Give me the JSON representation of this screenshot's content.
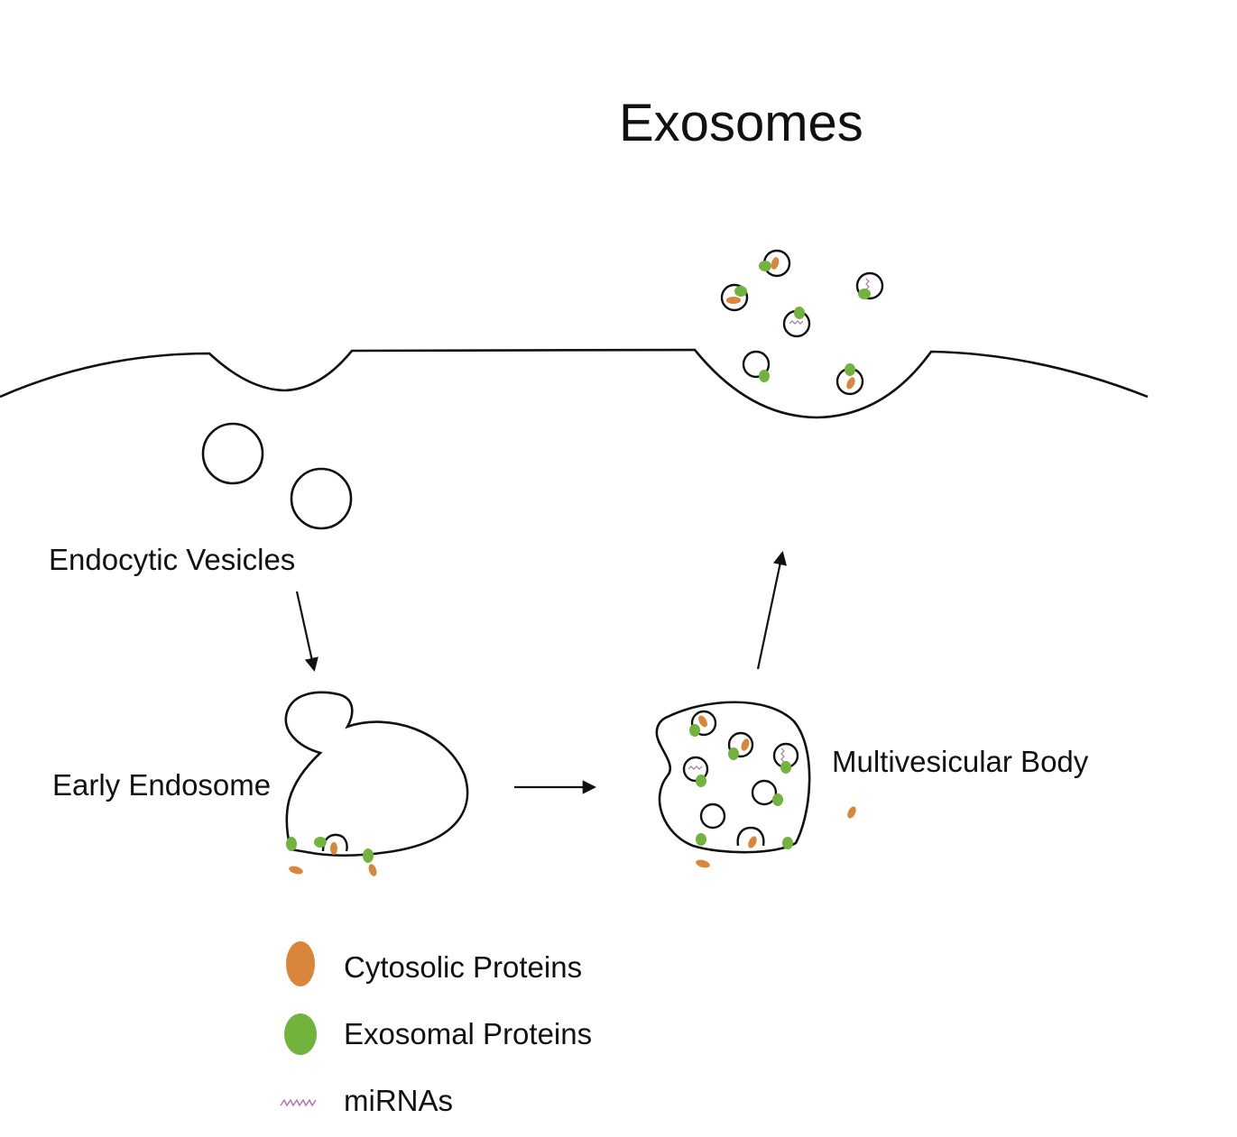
{
  "title": "Exosomes",
  "labels": {
    "endocytic_vesicles": "Endocytic Vesicles",
    "early_endosome": "Early Endosome",
    "multivesicular_body": "Multivesicular Body"
  },
  "legend": [
    {
      "key": "cytosolic",
      "label": "Cytosolic Proteins",
      "icon": "orange-oval-icon"
    },
    {
      "key": "exosomal",
      "label": "Exosomal Proteins",
      "icon": "green-oval-icon"
    },
    {
      "key": "mirna",
      "label": "miRNAs",
      "icon": "squiggle-icon"
    }
  ],
  "colors": {
    "cytosolic": "#d9863a",
    "exosomal": "#72b33d",
    "mirna": "#b070a8",
    "line": "#111111",
    "background": "#ffffff"
  }
}
